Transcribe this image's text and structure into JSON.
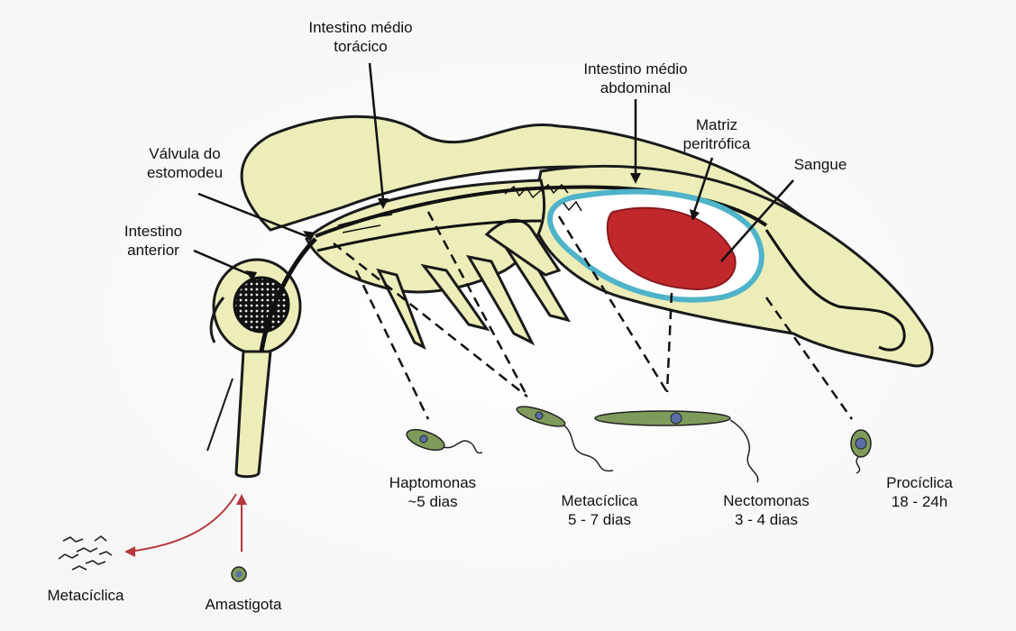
{
  "labels": {
    "midgut_thoracic": [
      "Intestino médio",
      "torácico"
    ],
    "midgut_abdominal": [
      "Intestino médio",
      "abdominal"
    ],
    "peritrophic_matrix": [
      "Matriz",
      "peritrófica"
    ],
    "blood": "Sangue",
    "stomodeal_valve": [
      "Válvula do",
      "estomodeu"
    ],
    "foregut": [
      "Intestino",
      "anterior"
    ]
  },
  "stages": [
    {
      "name": "Haptomonas",
      "time": "~5 dias"
    },
    {
      "name": "Metacíclica",
      "time": "5 - 7 dias"
    },
    {
      "name": "Nectomonas",
      "time": "3 - 4 dias"
    },
    {
      "name": "Procíclica",
      "time": "18 - 24h"
    }
  ],
  "host_stages": {
    "metacyclic": "Metacíclica",
    "amastigote": "Amastigota"
  },
  "colors": {
    "body_fill": "#ecedb8",
    "outline": "#1a1a1a",
    "blood": "#c0282c",
    "peritrophic": "#4fb3c9",
    "parasite": "#7f9b5b",
    "arrow_red": "#b5393f"
  }
}
